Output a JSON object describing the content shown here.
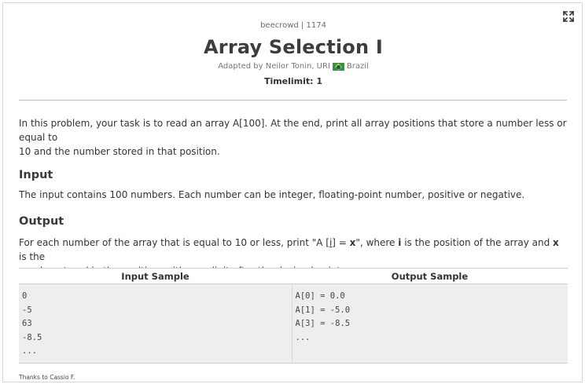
{
  "header": {
    "source": "beecrowd | 1174",
    "title": "Array Selection I",
    "author_prefix": "Adapted by Neilor Tonin, URI",
    "author_country": "Brazil",
    "timelimit": "Timelimit: 1"
  },
  "icons": {
    "expand": "expand-icon",
    "flag": "brazil-flag-icon"
  },
  "colors": {
    "flag_green": "#2a9d3a",
    "flag_yellow": "#f3d21b",
    "flag_blue": "#2140a6"
  },
  "problem": {
    "description_line1": "In this problem, your task is to read an array A[100]. At the end, print all array positions that store a number less or equal to",
    "description_line2": "10 and the number stored in that position.",
    "input_title": "Input",
    "input_text": "The input contains 100 numbers. Each number can be integer, floating-point number, positive or negative.",
    "output_title": "Output",
    "output_text_a": "For each number of the array that is equal to 10 or less, print \"A [",
    "output_text_i": "i",
    "output_text_b": "] = ",
    "output_text_x": "x",
    "output_text_c": "\", where ",
    "output_text_i2": "i",
    "output_text_d": " is the position of the array and ",
    "output_text_x2": "x",
    "output_text_e": " is the",
    "output_line2": "number stored in the position, with one digit after the decimal point."
  },
  "samples": {
    "input_header": "Input Sample",
    "output_header": "Output Sample",
    "input_lines": [
      "0",
      "-5",
      "63",
      "-8.5",
      "..."
    ],
    "output_lines": [
      "A[0] = 0.0",
      "A[1] = -5.0",
      "A[3] = -8.5",
      "..."
    ]
  },
  "footer": {
    "thanks": "Thanks to Cassio F."
  }
}
